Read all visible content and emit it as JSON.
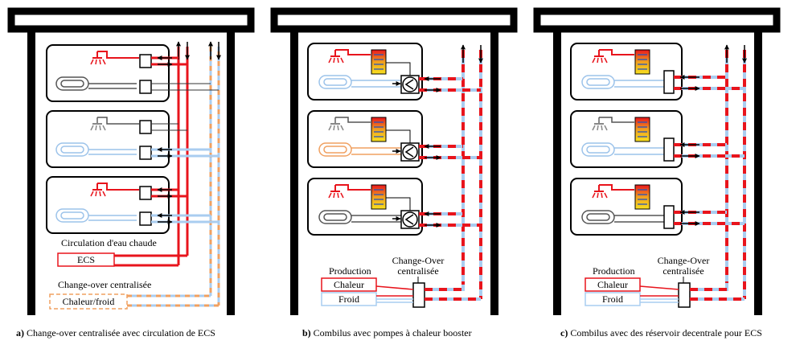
{
  "panel_a": {
    "circulation_label": "Circulation d'eau chaude",
    "ecs_box": "ECS",
    "changeover_label": "Change-over centralisée",
    "chaleur_froid_box": "Chaleur/froid",
    "caption_prefix": "a)",
    "caption_text": " Change-over centralisée avec circulation de ECS"
  },
  "panel_b": {
    "production_label": "Production",
    "chaleur_box": "Chaleur",
    "froid_box": "Froid",
    "changeover_line1": "Change-Over",
    "changeover_line2": "centralisée",
    "caption_prefix": "b)",
    "caption_text": "  Combilus avec pompes à chaleur booster"
  },
  "panel_c": {
    "production_label": "Production",
    "chaleur_box": "Chaleur",
    "froid_box": "Froid",
    "changeover_line1": "Change-Over",
    "changeover_line2": "centralisée",
    "caption_prefix": "c)",
    "caption_text": " Combilus avec des réservoir decentrale pour ECS"
  },
  "colors": {
    "hot": "#e8141c",
    "cold": "#a9cdf0",
    "orange": "#f0a060",
    "frame": "#000000"
  }
}
